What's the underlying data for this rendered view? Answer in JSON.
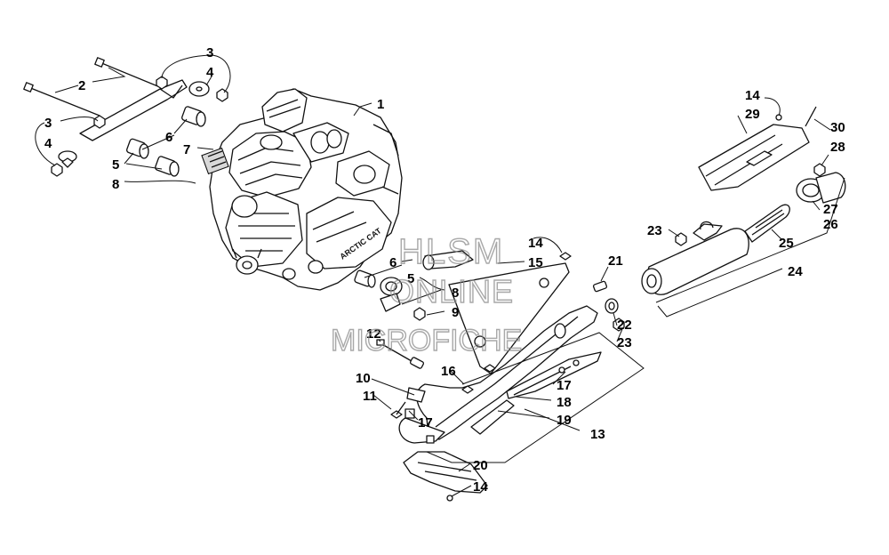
{
  "watermark": {
    "line1": "HLSM",
    "line2": "ONLINE",
    "line3": "MICROFICHE"
  },
  "engine_casting_text": "ARCTIC CAT",
  "callouts": {
    "c1": "1",
    "c2": "2",
    "c3a": "3",
    "c3b": "3",
    "c4a": "4",
    "c4b": "4",
    "c5a": "5",
    "c5b": "5",
    "c6a": "6",
    "c6b": "6",
    "c7": "7",
    "c8a": "8",
    "c8b": "8",
    "c9": "9",
    "c10": "10",
    "c11": "11",
    "c12": "12",
    "c13": "13",
    "c14a": "14",
    "c14b": "14",
    "c14c": "14",
    "c15": "15",
    "c16": "16",
    "c17a": "17",
    "c17b": "17",
    "c18": "18",
    "c19": "19",
    "c20": "20",
    "c21": "21",
    "c22": "22",
    "c23a": "23",
    "c23b": "23",
    "c24": "24",
    "c25": "25",
    "c26": "26",
    "c27": "27",
    "c28": "28",
    "c29": "29",
    "c30": "30"
  }
}
